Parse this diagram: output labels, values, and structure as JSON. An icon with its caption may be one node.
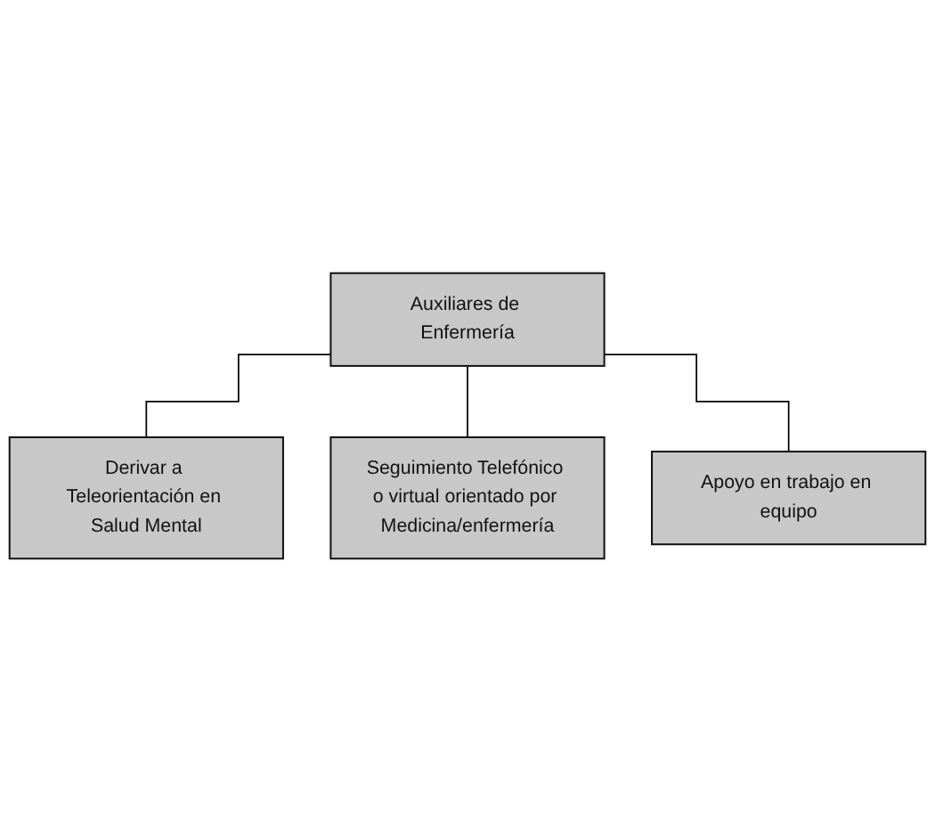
{
  "diagram": {
    "nodes": [
      {
        "text": [
          "Auxiliares de Enfermería"
        ]
      },
      {
        "text": [
          "Derivar a Teleorientación en Salud Mental"
        ]
      },
      {
        "text": [
          "Seguimiento Telefónico o virtual orientado por Medicina/enfermería"
        ]
      },
      {
        "text": [
          "Apoyo en trabajo en equipo"
        ]
      }
    ],
    "edges": [
      {
        "from": 0,
        "to": 1,
        "arrow": "none"
      },
      {
        "from": 0,
        "to": 2,
        "arrow": "none"
      },
      {
        "from": 0,
        "to": 3,
        "arrow": "none"
      }
    ]
  }
}
